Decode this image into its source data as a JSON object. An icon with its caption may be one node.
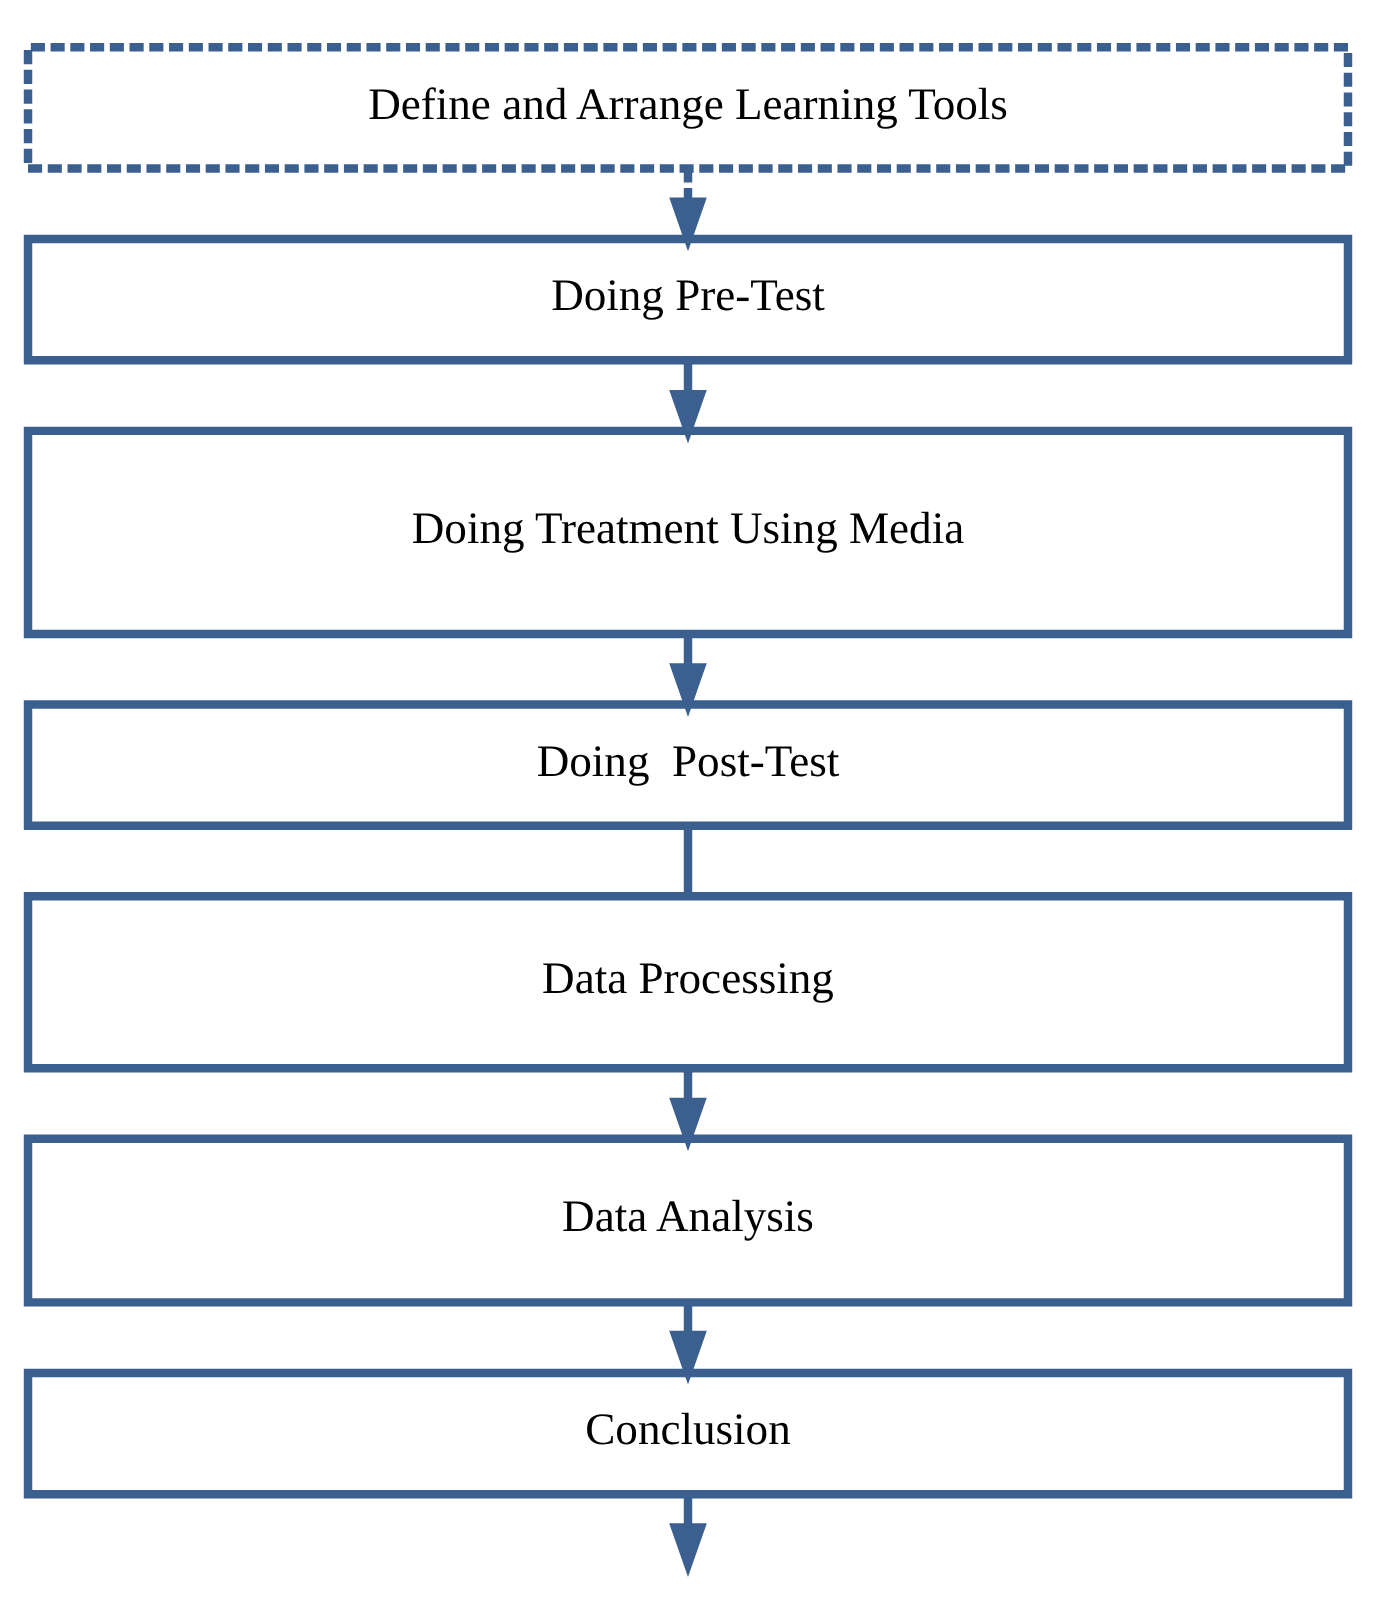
{
  "diagram": {
    "nodes": [
      {
        "text": [
          "Define and Arrange Learning Tools"
        ]
      },
      {
        "text": [
          "Doing Pre-Test"
        ]
      },
      {
        "text": [
          "Doing Treatment Using Media"
        ]
      },
      {
        "text": [
          "Doing  Post-Test"
        ]
      },
      {
        "text": [
          "Data Processing"
        ]
      },
      {
        "text": [
          "Data Analysis"
        ]
      },
      {
        "text": [
          "Conclusion"
        ]
      }
    ],
    "edges": [
      {
        "from": 0,
        "to": 1,
        "arrow": "to",
        "style": "dashed"
      },
      {
        "from": 1,
        "to": 2,
        "arrow": "to"
      },
      {
        "from": 2,
        "to": 3,
        "arrow": "to"
      },
      {
        "from": 3,
        "to": 4,
        "arrow": "none"
      },
      {
        "from": 4,
        "to": 5,
        "arrow": "to"
      },
      {
        "from": 5,
        "to": 6,
        "arrow": "to"
      },
      {
        "from": 6,
        "to": null,
        "arrow": "to"
      }
    ]
  }
}
